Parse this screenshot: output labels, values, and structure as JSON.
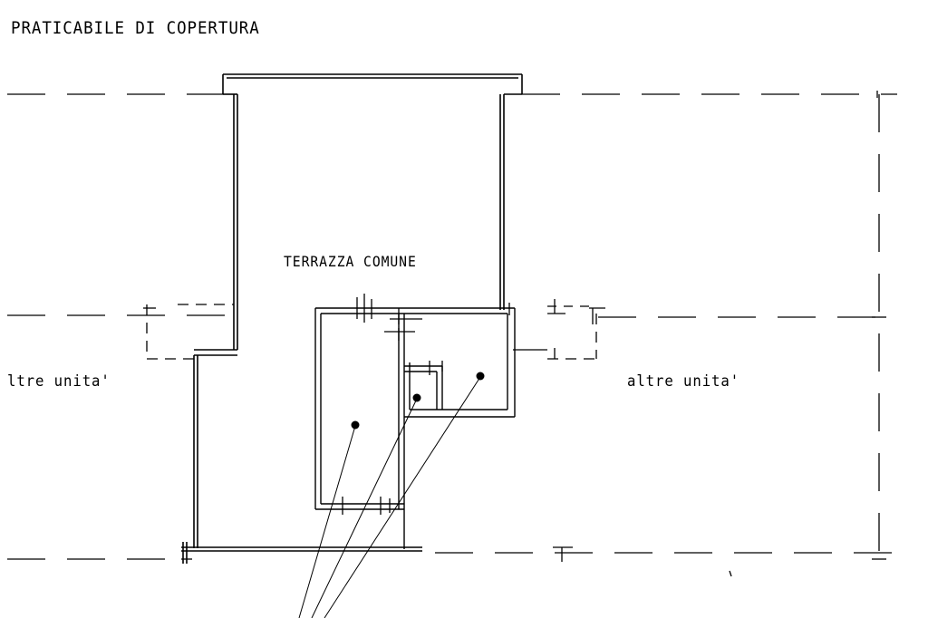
{
  "drawing": {
    "title": "PRATICABILE DI COPERTURA",
    "terrace_label": "TERRAZZA COMUNE",
    "left_units_label": "ltre unita'",
    "right_units_label": "altre unita'",
    "line_color": "#000000",
    "background_color": "#ffffff"
  }
}
